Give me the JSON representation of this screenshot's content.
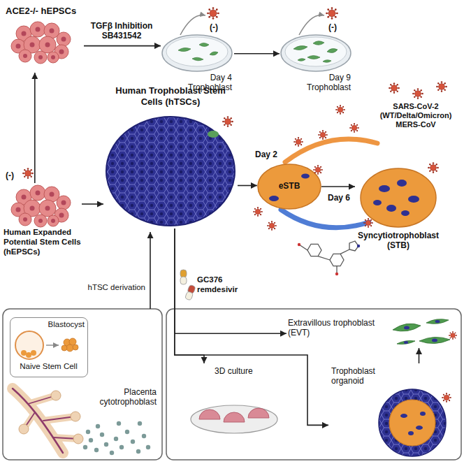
{
  "diagram": {
    "nodes": [
      {
        "text": [
          "ACE2-/- hEPSCs"
        ]
      },
      {
        "text": [
          "Day 4 Trophoblast"
        ]
      },
      {
        "text": [
          "Day 9 Trophoblast"
        ]
      },
      {
        "text": [
          "Human Expanded Potential Stem Cells (hEPSCs)"
        ]
      },
      {
        "text": [
          "Human Trophoblast Stem Cells (hTSCs)"
        ]
      },
      {
        "text": [
          "eSTB"
        ]
      },
      {
        "text": [
          "Syncytiotrophoblast (STB)"
        ]
      },
      {
        "text": [
          "Blastocyst",
          "Naive Stem Cell"
        ]
      },
      {
        "text": [
          "Placenta cytotrophoblast"
        ]
      },
      {
        "text": [
          "Extravillous trophoblast (EVT)"
        ]
      },
      {
        "text": [
          "3D culture"
        ]
      },
      {
        "text": [
          "Trophoblast organoid"
        ]
      }
    ],
    "edges": [
      {
        "from": 3,
        "to": 0,
        "arrow": "to"
      },
      {
        "from": 0,
        "to": 1,
        "label": "TGFβ Inhibition SB431542",
        "arrow": "to"
      },
      {
        "from": 1,
        "to": 2,
        "arrow": "to"
      },
      {
        "from": 3,
        "to": 4,
        "arrow": "to"
      },
      {
        "from": 4,
        "to": 5,
        "label": "Day 2",
        "arrow": "to"
      },
      {
        "from": 5,
        "to": 6,
        "label": "Day 6",
        "arrow": "to"
      },
      {
        "from": 4,
        "to": 9,
        "arrow": "to"
      },
      {
        "from": 4,
        "to": 10,
        "arrow": "to"
      },
      {
        "from": 4,
        "to": 11,
        "arrow": "to"
      },
      {
        "from": 11,
        "to": 9,
        "arrow": "to"
      }
    ],
    "labels": [
      "(-)",
      "(-)",
      "(-)",
      "SARS-CoV-2 (WT/Delta/Omicron) MERS-CoV",
      "GC376 remdesivir",
      "hTSC derivation"
    ]
  }
}
